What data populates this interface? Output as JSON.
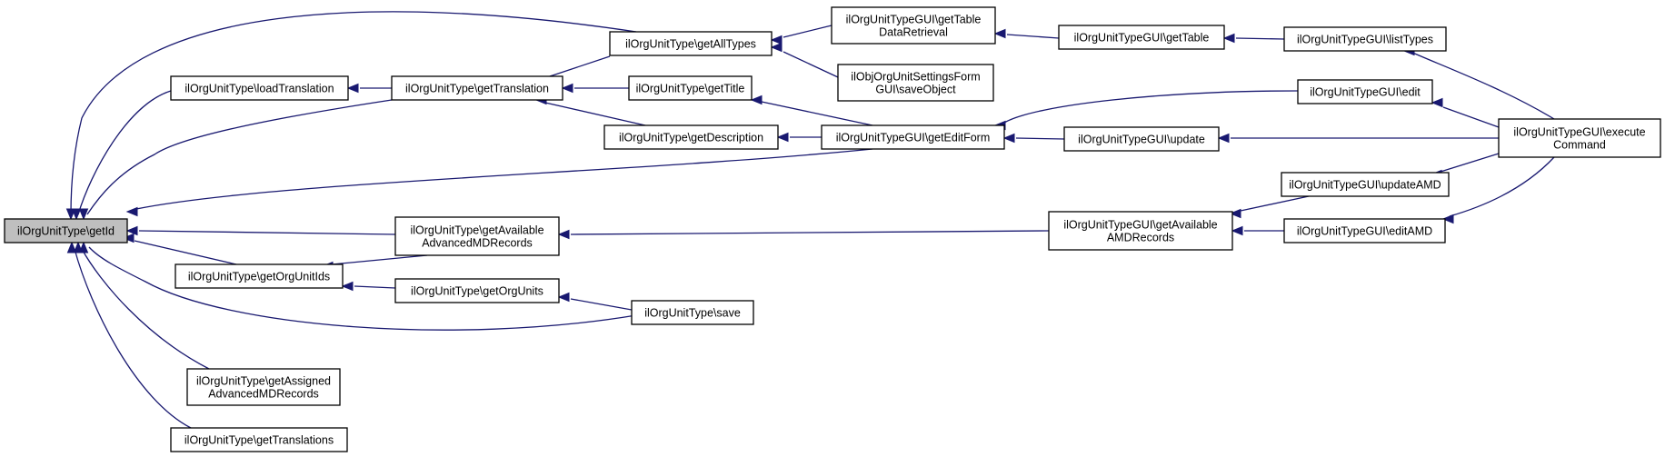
{
  "nodes": {
    "getId": "ilOrgUnitType\\getId",
    "loadTranslation": "ilOrgUnitType\\loadTranslation",
    "getTranslation": "ilOrgUnitType\\getTranslation",
    "getAllTypes": "ilOrgUnitType\\getAllTypes",
    "guiGetTableData": [
      "ilOrgUnitTypeGUI\\getTable",
      "DataRetrieval"
    ],
    "guiGetTable": "ilOrgUnitTypeGUI\\getTable",
    "listTypes": "ilOrgUnitTypeGUI\\listTypes",
    "saveObject": [
      "ilObjOrgUnitSettingsForm",
      "GUI\\saveObject"
    ],
    "getTitle": "ilOrgUnitType\\getTitle",
    "getDescription": "ilOrgUnitType\\getDescription",
    "getEditForm": "ilOrgUnitTypeGUI\\getEditForm",
    "guiEdit": "ilOrgUnitTypeGUI\\edit",
    "guiUpdate": "ilOrgUnitTypeGUI\\update",
    "executeCommand": [
      "ilOrgUnitTypeGUI\\execute",
      "Command"
    ],
    "updateAMD": "ilOrgUnitTypeGUI\\updateAMD",
    "editAMD": "ilOrgUnitTypeGUI\\editAMD",
    "guiGetAvailableAMD": [
      "ilOrgUnitTypeGUI\\getAvailable",
      "AMDRecords"
    ],
    "getAvailableAdvMD": [
      "ilOrgUnitType\\getAvailable",
      "AdvancedMDRecords"
    ],
    "getOrgUnitIds": "ilOrgUnitType\\getOrgUnitIds",
    "getOrgUnits": "ilOrgUnitType\\getOrgUnits",
    "save": "ilOrgUnitType\\save",
    "getAssignedAdvMD": [
      "ilOrgUnitType\\getAssigned",
      "AdvancedMDRecords"
    ],
    "getTranslations": "ilOrgUnitType\\getTranslations"
  },
  "colors": {
    "edge": "#191970",
    "root_fill": "#bfbfbf",
    "node_fill": "#ffffff",
    "node_stroke": "#000000"
  }
}
